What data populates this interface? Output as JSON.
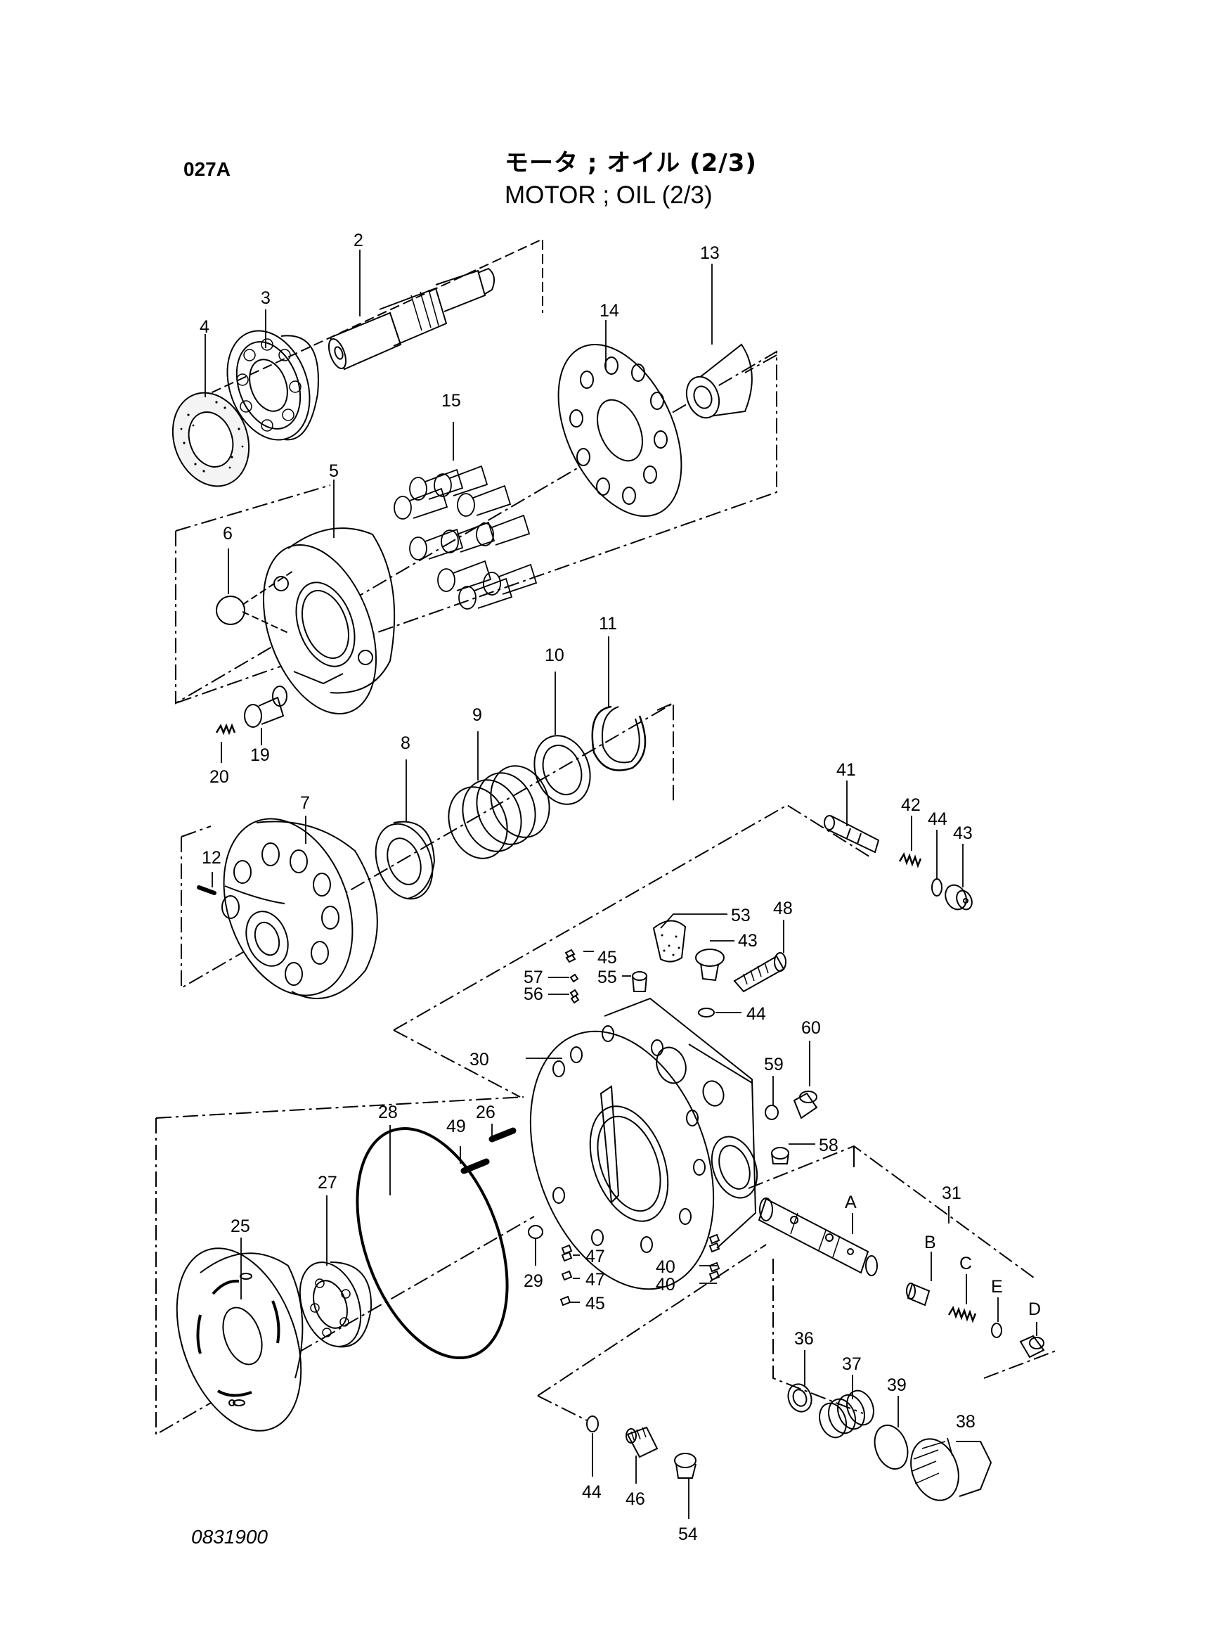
{
  "header": {
    "sheet_code": "027A",
    "title_jp": "モータ ; オイル (2/3)",
    "title_en": "MOTOR ; OIL (2/3)"
  },
  "footer": {
    "drawing_number": "0831900"
  },
  "callouts": {
    "p2": "2",
    "p3": "3",
    "p4": "4",
    "p5": "5",
    "p6": "6",
    "p7": "7",
    "p8": "8",
    "p9": "9",
    "p10": "10",
    "p11": "11",
    "p12": "12",
    "p13": "13",
    "p14": "14",
    "p15": "15",
    "p19": "19",
    "p20": "20",
    "p25": "25",
    "p26": "26",
    "p27": "27",
    "p28": "28",
    "p29": "29",
    "p30": "30",
    "p31": "31",
    "p36": "36",
    "p37": "37",
    "p38": "38",
    "p39": "39",
    "p40a": "40",
    "p40b": "40",
    "p41": "41",
    "p42": "42",
    "p43a": "43",
    "p43b": "43",
    "p44a": "44",
    "p44b": "44",
    "p44c": "44",
    "p45a": "45",
    "p45b": "45",
    "p46": "46",
    "p47a": "47",
    "p47b": "47",
    "p48": "48",
    "p49": "49",
    "p53": "53",
    "p54": "54",
    "p55": "55",
    "p56": "56",
    "p57": "57",
    "p58": "58",
    "p59": "59",
    "p60": "60",
    "pA": "A",
    "pB": "B",
    "pC": "C",
    "pD": "D",
    "pE": "E"
  }
}
